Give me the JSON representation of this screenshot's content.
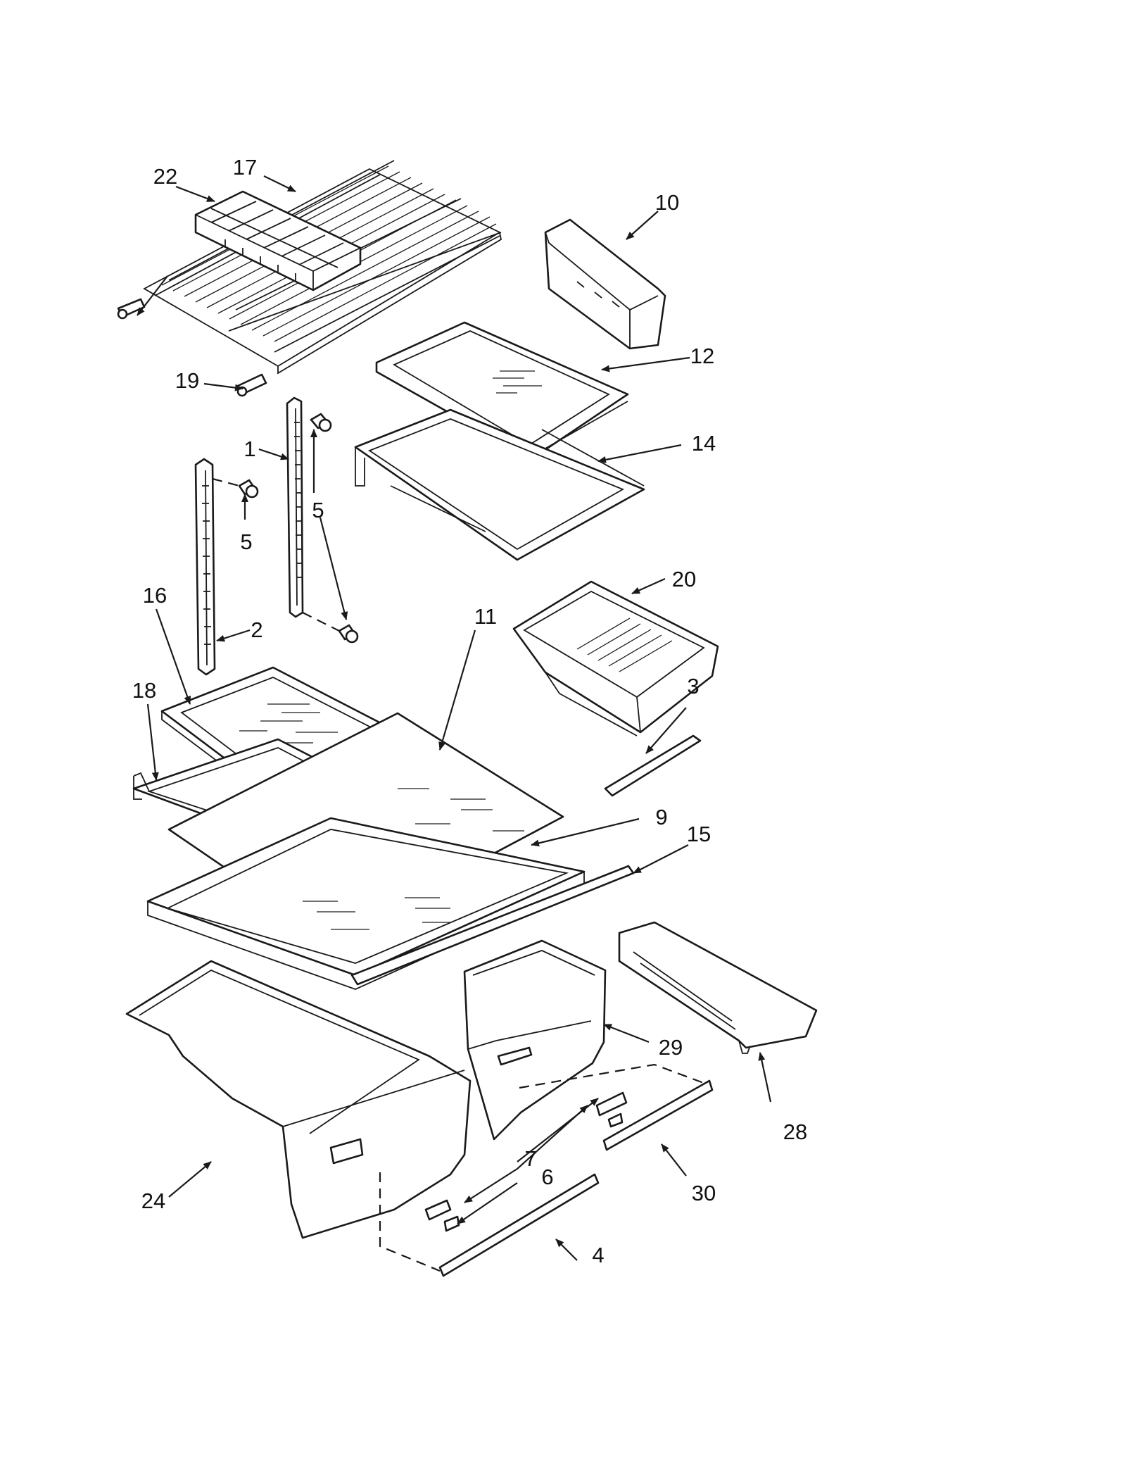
{
  "colors": {
    "line": "#1a1a1a",
    "background": "#ffffff"
  },
  "callouts": {
    "c1": "1",
    "c2": "2",
    "c3": "3",
    "c4": "4",
    "c5a": "5",
    "c5b": "5",
    "c6": "6",
    "c7": "7",
    "c9": "9",
    "c10": "10",
    "c11": "11",
    "c12": "12",
    "c14": "14",
    "c15": "15",
    "c16": "16",
    "c17": "17",
    "c18": "18",
    "c19": "19",
    "c20": "20",
    "c22": "22",
    "c24": "24",
    "c28": "28",
    "c29": "29",
    "c30": "30"
  }
}
